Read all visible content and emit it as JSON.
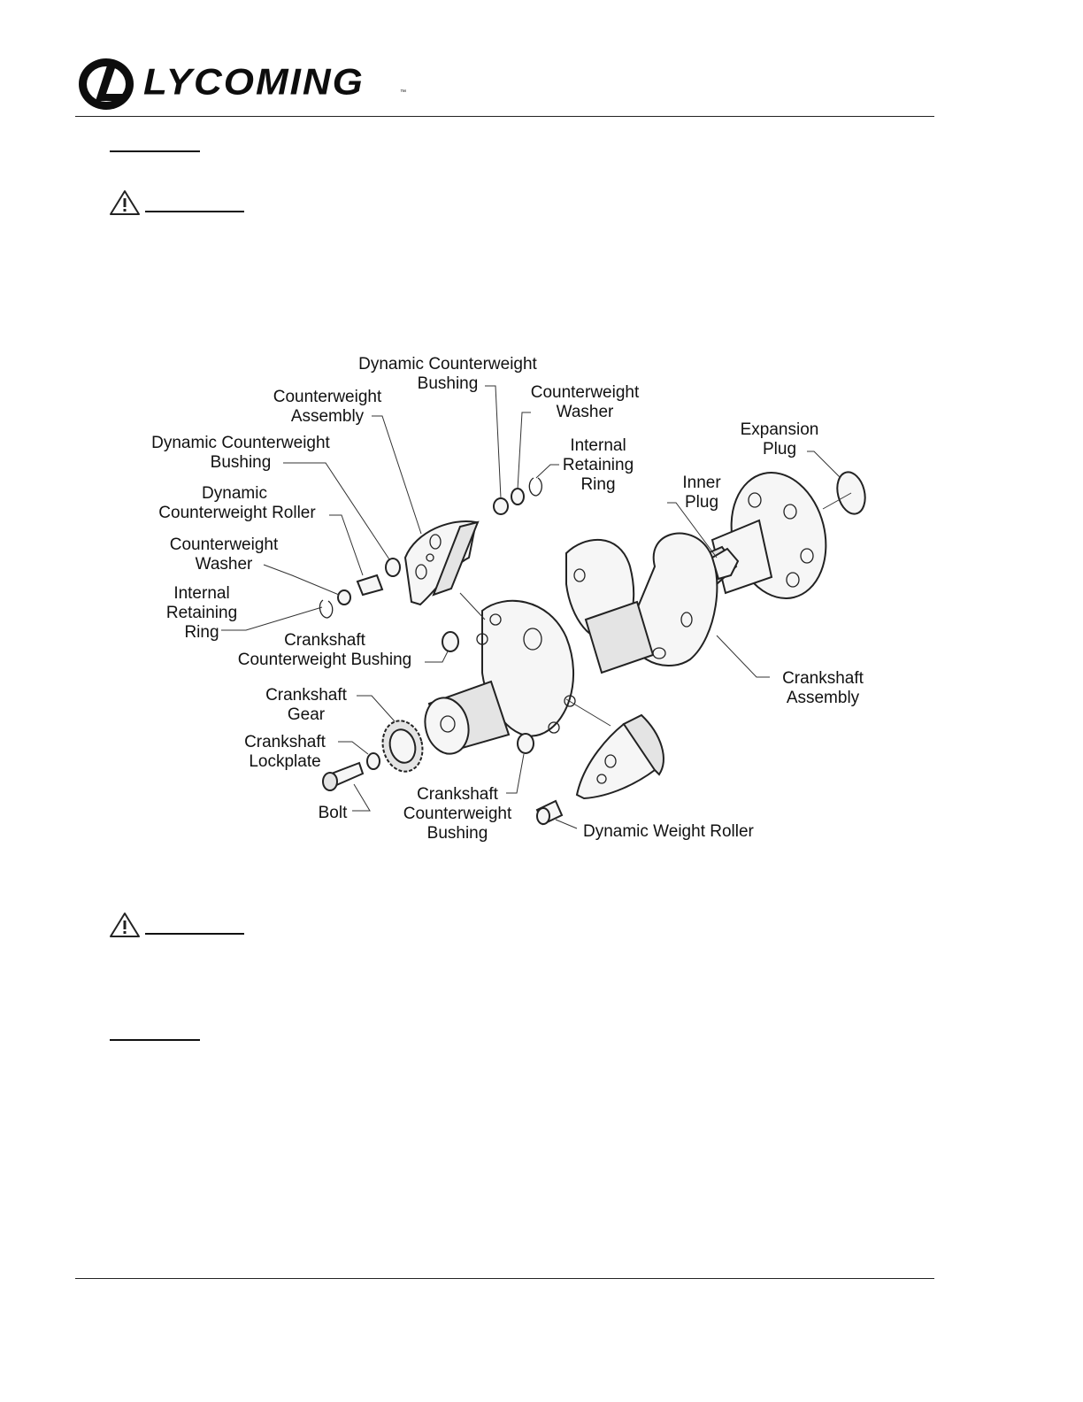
{
  "header": {
    "logo_text": "LYCOMING",
    "logo_tm": "™"
  },
  "figure": {
    "labels": {
      "dyn_cw_bushing_top_1": "Dynamic Counterweight",
      "dyn_cw_bushing_top_2": "Bushing",
      "cw_assembly_1": "Counterweight",
      "cw_assembly_2": "Assembly",
      "cw_washer_top_1": "Counterweight",
      "cw_washer_top_2": "Washer",
      "expansion_plug_1": "Expansion",
      "expansion_plug_2": "Plug",
      "dyn_cw_bushing_left_1": "Dynamic Counterweight",
      "dyn_cw_bushing_left_2": "Bushing",
      "int_ret_ring_top_1": "Internal",
      "int_ret_ring_top_2": "Retaining",
      "int_ret_ring_top_3": "Ring",
      "inner_plug_1": "Inner",
      "inner_plug_2": "Plug",
      "dyn_cw_roller_1": "Dynamic",
      "dyn_cw_roller_2": "Counterweight Roller",
      "cw_washer_left_1": "Counterweight",
      "cw_washer_left_2": "Washer",
      "int_ret_ring_left_1": "Internal",
      "int_ret_ring_left_2": "Retaining",
      "int_ret_ring_left_3": "Ring",
      "crank_cw_bushing_1": "Crankshaft",
      "crank_cw_bushing_2": "Counterweight Bushing",
      "crankshaft_assembly_1": "Crankshaft",
      "crankshaft_assembly_2": "Assembly",
      "crankshaft_gear_1": "Crankshaft",
      "crankshaft_gear_2": "Gear",
      "crankshaft_lockplate_1": "Crankshaft",
      "crankshaft_lockplate_2": "Lockplate",
      "bolt": "Bolt",
      "crank_cw_bushing_bottom_1": "Crankshaft",
      "crank_cw_bushing_bottom_2": "Counterweight",
      "crank_cw_bushing_bottom_3": "Bushing",
      "dynamic_weight_roller": "Dynamic Weight Roller"
    }
  }
}
